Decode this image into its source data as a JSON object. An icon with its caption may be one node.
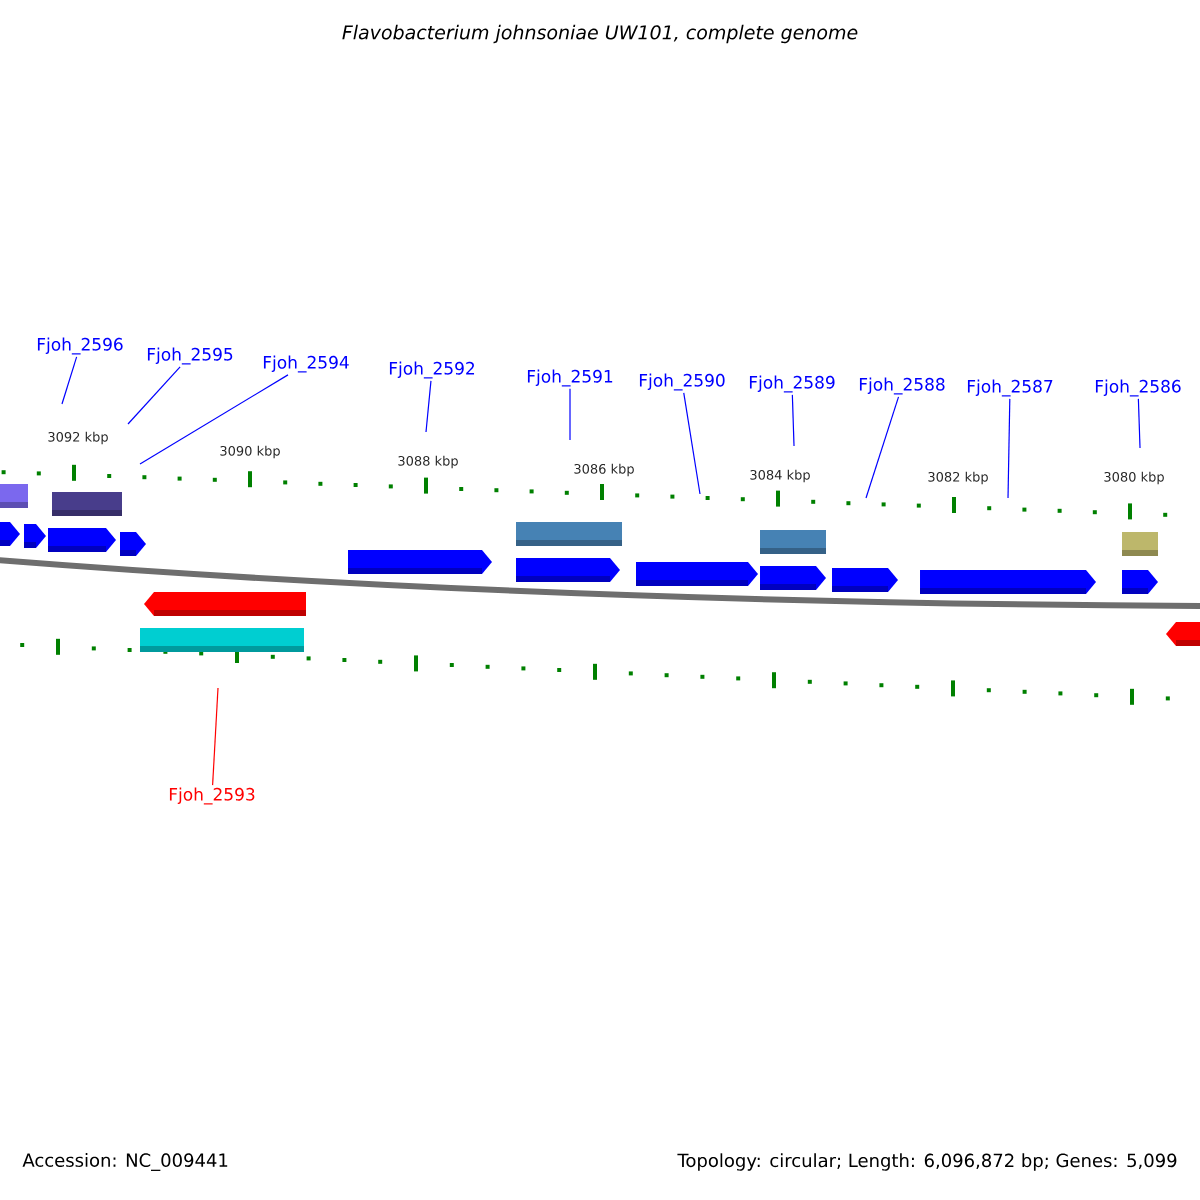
{
  "diagram": {
    "title": "Flavobacterium johnsoniae UW101, complete genome",
    "nodes": [
      {
        "text": [
          "Fjoh_2596"
        ]
      },
      {
        "text": [
          "Fjoh_2595"
        ]
      },
      {
        "text": [
          "Fjoh_2594"
        ]
      },
      {
        "text": [
          "Fjoh_2592"
        ]
      },
      {
        "text": [
          "Fjoh_2591"
        ]
      },
      {
        "text": [
          "Fjoh_2590"
        ]
      },
      {
        "text": [
          "Fjoh_2589"
        ]
      },
      {
        "text": [
          "Fjoh_2588"
        ]
      },
      {
        "text": [
          "Fjoh_2587"
        ]
      },
      {
        "text": [
          "Fjoh_2586"
        ]
      },
      {
        "text": [
          "Fjoh_2593"
        ]
      }
    ],
    "edges": [
      {
        "from": 0,
        "to": null,
        "arrow": "none"
      },
      {
        "from": 1,
        "to": null,
        "arrow": "none"
      },
      {
        "from": 2,
        "to": null,
        "arrow": "none"
      },
      {
        "from": 3,
        "to": null,
        "arrow": "none"
      },
      {
        "from": 4,
        "to": null,
        "arrow": "none"
      },
      {
        "from": 5,
        "to": null,
        "arrow": "none"
      },
      {
        "from": 6,
        "to": null,
        "arrow": "none"
      },
      {
        "from": 7,
        "to": null,
        "arrow": "none"
      },
      {
        "from": 8,
        "to": null,
        "arrow": "none"
      },
      {
        "from": 9,
        "to": null,
        "arrow": "none"
      },
      {
        "from": 10,
        "to": null,
        "arrow": "none",
        "color": "#ff0000"
      }
    ],
    "labels": [
      "3092 kbp",
      "3090 kbp",
      "3088 kbp",
      "3086 kbp",
      "3084 kbp",
      "3082 kbp",
      "3080 kbp",
      "Accession: NC_009441",
      "Topology: circular; Length: 6,096,872 bp; Genes: 5,099"
    ]
  }
}
